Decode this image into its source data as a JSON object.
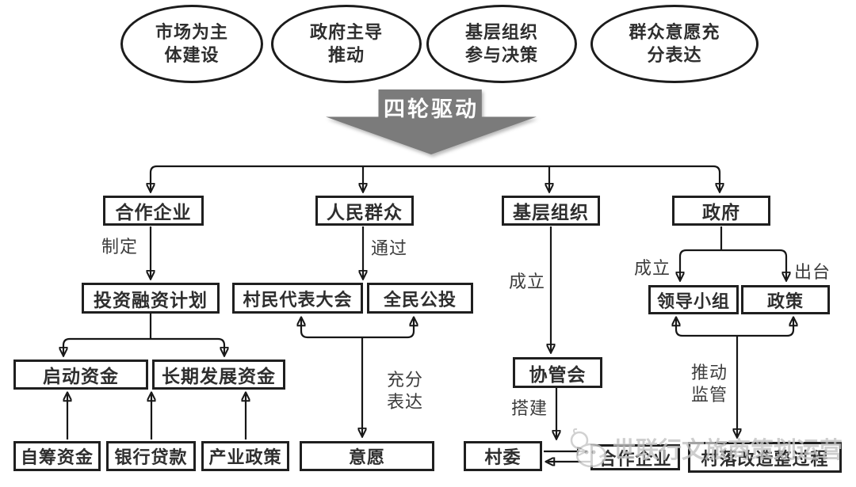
{
  "ellipses": {
    "e1": "市场为主\n体建设",
    "e2": "政府主导\n推动",
    "e3": "基层组织\n参与决策",
    "e4": "群众意愿充\n分表达"
  },
  "funnel": {
    "label": "四轮驱动"
  },
  "nodes": {
    "coop_enterprise": "合作企业",
    "people": "人民群众",
    "grassroots": "基层组织",
    "government": "政府",
    "invest_plan": "投资融资计划",
    "village_congress": "村民代表大会",
    "referendum": "全民公投",
    "leading_group": "领导小组",
    "policy": "政策",
    "startup_fund": "启动资金",
    "longterm_fund": "长期发展资金",
    "self_fund": "自筹资金",
    "bank_loan": "银行贷款",
    "industry_policy": "产业政策",
    "will": "意愿",
    "coord_council": "协管会",
    "village_committee": "村委",
    "partner_enterprise": "合作企业",
    "renovation_process": "村落改造整过程"
  },
  "edge_labels": {
    "formulate": "制定",
    "through": "通过",
    "establish_grassroots": "成立",
    "build": "搭建",
    "fully_express": "充分\n表达",
    "establish_gov": "成立",
    "issue": "出台",
    "promote_supervise": "推动\n监管"
  },
  "watermark": {
    "text": "世联行文旅商策划运营"
  },
  "colors": {
    "funnel_gray": "#7b7b7b",
    "line_black": "#161616",
    "border_black": "#1f1f1f",
    "watermark_gray": "#c3c3c3"
  }
}
